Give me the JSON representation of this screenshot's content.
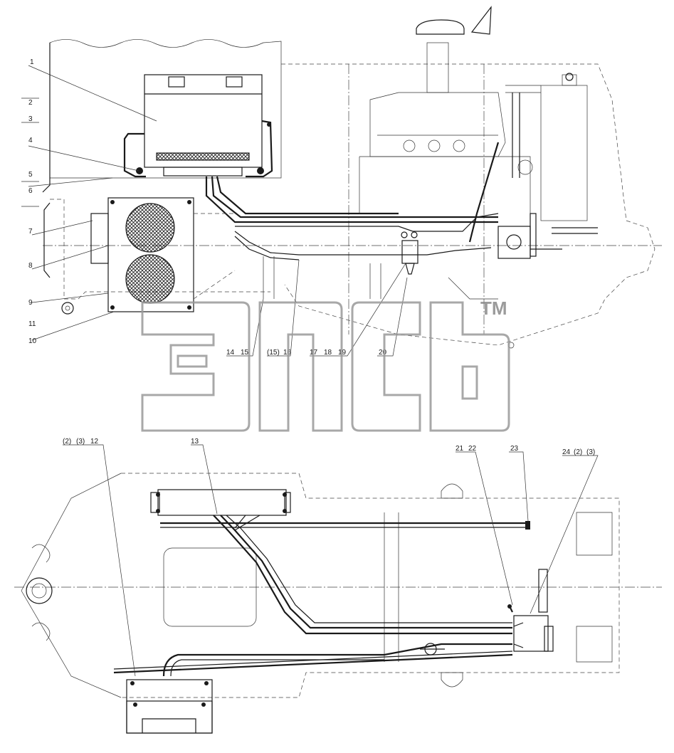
{
  "callouts_top": [
    {
      "id": "c1",
      "text": "1"
    },
    {
      "id": "c2",
      "text": "2"
    },
    {
      "id": "c3",
      "text": "3"
    },
    {
      "id": "c4",
      "text": "4"
    },
    {
      "id": "c5",
      "text": "5"
    },
    {
      "id": "c6",
      "text": "6"
    },
    {
      "id": "c7",
      "text": "7"
    },
    {
      "id": "c8",
      "text": "8"
    },
    {
      "id": "c9",
      "text": "9"
    },
    {
      "id": "c11",
      "text": "11"
    },
    {
      "id": "c10",
      "text": "10"
    },
    {
      "id": "c14",
      "text": "14"
    },
    {
      "id": "c15",
      "text": "15"
    },
    {
      "id": "c15p",
      "text": "(15)"
    },
    {
      "id": "c16",
      "text": "16"
    },
    {
      "id": "c17",
      "text": "17"
    },
    {
      "id": "c18",
      "text": "18"
    },
    {
      "id": "c19",
      "text": "19"
    },
    {
      "id": "c20",
      "text": "20"
    }
  ],
  "callouts_bottom": [
    {
      "id": "b1",
      "text": "(2)"
    },
    {
      "id": "b2",
      "text": "(3)"
    },
    {
      "id": "b3",
      "text": "12"
    },
    {
      "id": "b4",
      "text": "13"
    },
    {
      "id": "b5",
      "text": "21"
    },
    {
      "id": "b6",
      "text": "22"
    },
    {
      "id": "b7",
      "text": "23"
    },
    {
      "id": "b8",
      "text": "24"
    },
    {
      "id": "b9",
      "text": "(2)"
    },
    {
      "id": "b10",
      "text": "(3)"
    }
  ],
  "watermark": {
    "logo_text": "ЭПСЬ",
    "trademark": "TM"
  }
}
